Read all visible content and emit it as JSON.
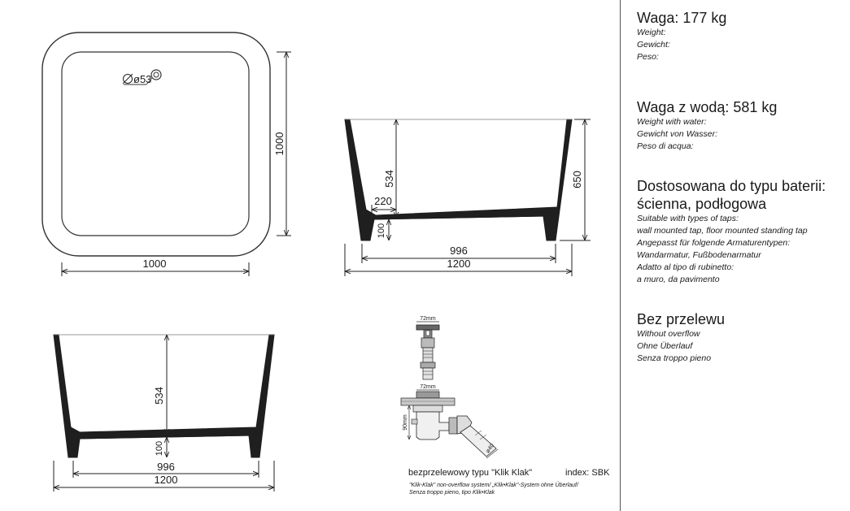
{
  "dimensions": {
    "top_view": {
      "width": "1000",
      "depth": "1000",
      "drain": "ø53"
    },
    "side_view": {
      "height": "650",
      "depth": "534",
      "base": "100",
      "offset": "220",
      "bottom_width": "996",
      "top_width": "1200"
    },
    "front_view": {
      "depth": "534",
      "base": "100",
      "bottom_width": "996",
      "top_width": "1200"
    },
    "drain_detail": {
      "dim_top": "72mm",
      "dim_mid": "72mm",
      "dim_height": "90mm",
      "dim_pipe": "ø40"
    }
  },
  "drain_caption": {
    "title": "bezprzelewowy typu \"Klik Klak\"",
    "index": "index: SBK",
    "subtitle_1": "\"Klik-Klak\" non-overflow system/ „Klik•Klak\"-System ohne Überlauf/",
    "subtitle_2": "Senza troppo pieno, tipo Klik•Klak"
  },
  "specs": {
    "weight": {
      "title": "Waga: 177 kg",
      "lines": [
        "Weight:",
        "Gewicht:",
        "Peso:"
      ]
    },
    "weight_water": {
      "title": "Waga z wodą: 581 kg",
      "lines": [
        "Weight with water:",
        "Gewicht von Wasser:",
        "Peso di acqua:"
      ]
    },
    "tap_type": {
      "title_1": "Dostosowana do typu baterii:",
      "title_2": "ścienna, podłogowa",
      "lines": [
        "Suitable with types of taps:",
        "wall mounted tap, floor mounted standing tap",
        "Angepasst für folgende Armaturentypen:",
        "Wandarmatur, Fußbodenarmatur",
        "Adatto al tipo di rubinetto:",
        "a muro, da pavimento"
      ]
    },
    "overflow": {
      "title": "Bez przelewu",
      "lines": [
        "Without overflow",
        "Ohne Überlauf",
        "Senza troppo pieno"
      ]
    }
  }
}
